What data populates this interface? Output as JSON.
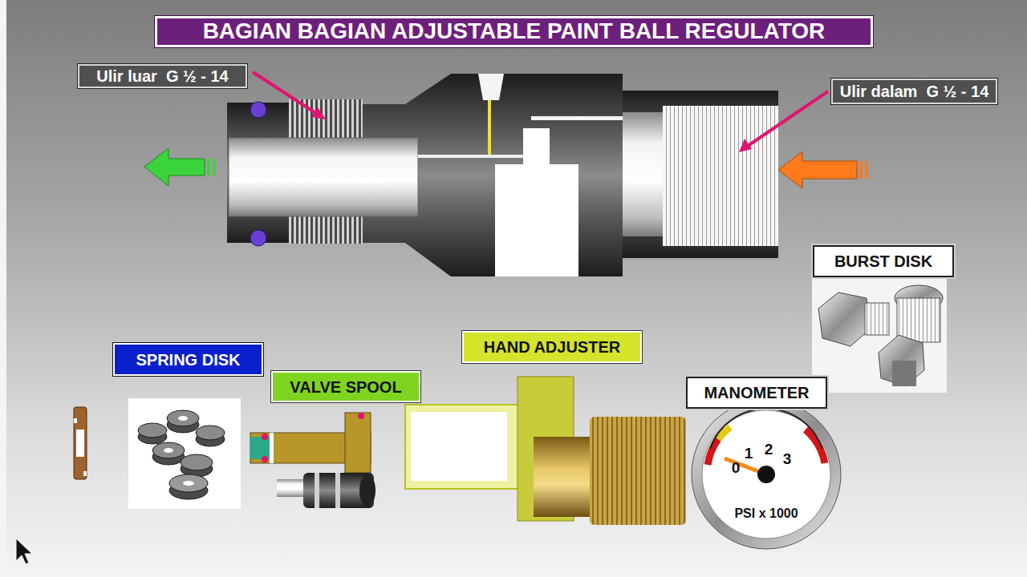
{
  "diagram": {
    "title": "BAGIAN BAGIAN ADJUSTABLE PAINT BALL REGULATOR",
    "nodes": [
      {
        "text": [
          "Ulir luar  G ½ - 14"
        ]
      },
      {
        "text": [
          "Ulir dalam  G ½ - 14"
        ]
      },
      {
        "text": [
          "BURST DISK"
        ]
      },
      {
        "text": [
          "HAND ADJUSTER"
        ]
      },
      {
        "text": [
          "SPRING DISK"
        ]
      },
      {
        "text": [
          "VALVE SPOOL"
        ]
      },
      {
        "text": [
          "MANOMETER"
        ]
      }
    ],
    "labels": [
      "0",
      "1",
      "2",
      "3",
      "PSI x 1000"
    ]
  }
}
